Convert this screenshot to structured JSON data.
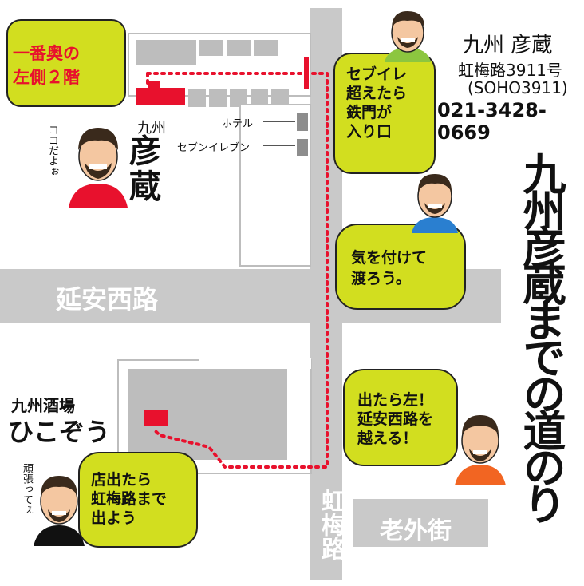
{
  "shop": {
    "name_line1": "九州 彦蔵",
    "address": "虹梅路3911号",
    "address_sub": "(SOHO3911)",
    "phone": "021-3428-0669"
  },
  "title_vertical": "九州彦蔵までの道のり",
  "map": {
    "label_shop_small": "九州",
    "label_shop_big": "彦蔵",
    "label_hotel": "ホテル",
    "label_seven": "セブンイレブン",
    "label_kokodayo": "ココだよぉ",
    "label_ganbatte": "頑張ってぇ",
    "road_yanan": "延安西路",
    "road_hongmei": "虹梅路",
    "road_laowai": "老外街",
    "hikozou_small": "九州酒場",
    "hikozou_big": "ひこぞう"
  },
  "bubbles": {
    "floor_line1": "一番奥の",
    "floor_line2": "左側２階",
    "seven_line1": "セブイレ",
    "seven_line2": "超えたら",
    "seven_line3": "鉄門が",
    "seven_line4": "入り口",
    "careful_line1": "気を付けて",
    "careful_line2": "渡ろう。",
    "left_line1": "出たら左！",
    "left_line2": "延安西路を",
    "left_line3": "越える！",
    "exit_line1": "店出たら",
    "exit_line2": "虹梅路まで",
    "exit_line3": "出よう"
  },
  "colors": {
    "bubble": "#d2de1f",
    "route": "#e8112d",
    "road": "#c9c9c9",
    "building": "#bdbdbd",
    "shirt_green": "#8cc63f",
    "shirt_red": "#e8112d",
    "shirt_blue": "#2a7fd0",
    "shirt_orange": "#f26522",
    "shirt_black": "#111111"
  }
}
